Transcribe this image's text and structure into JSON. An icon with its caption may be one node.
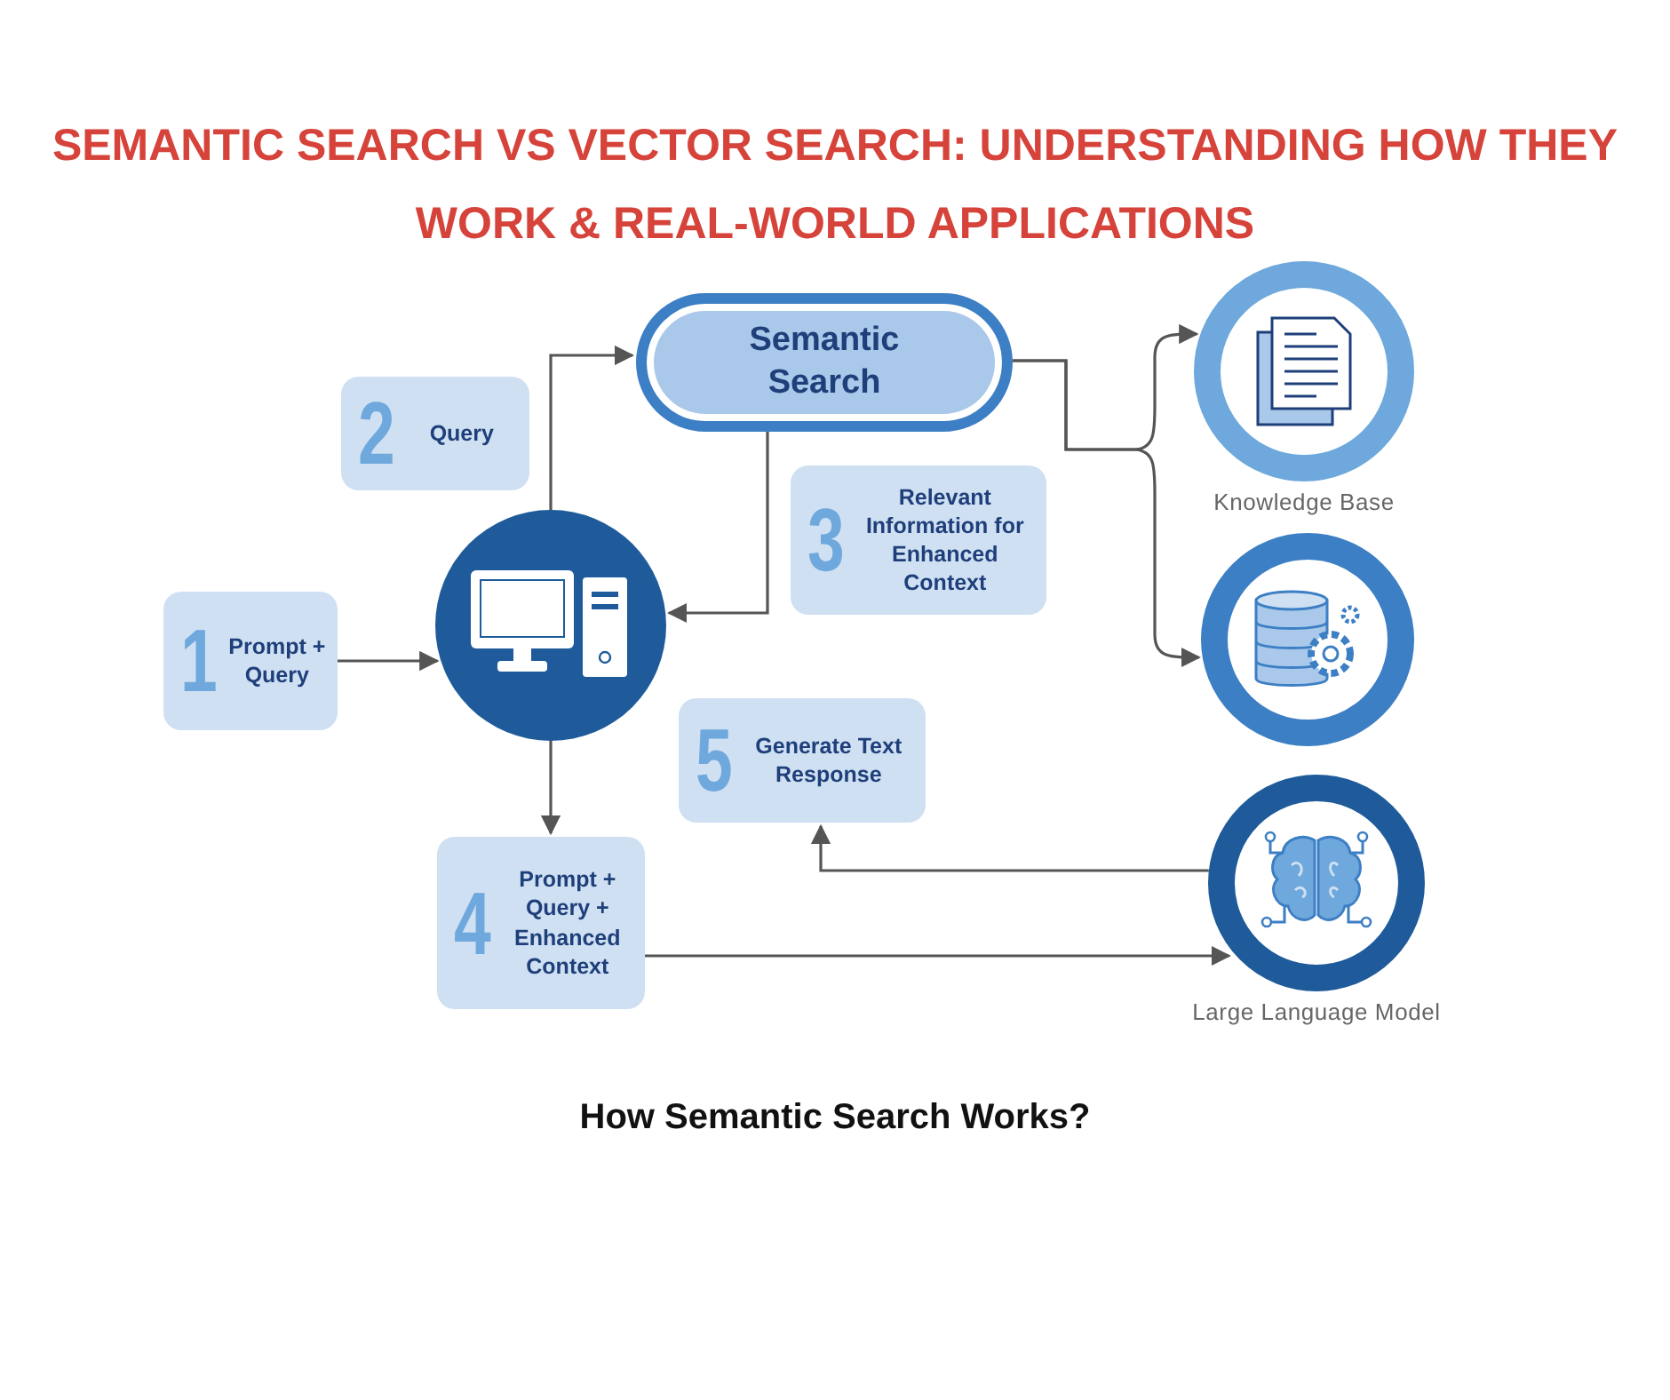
{
  "diagram": {
    "title": "SEMANTIC SEARCH VS  VECTOR SEARCH: UNDERSTANDING HOW THEY WORK & REAL-WORLD APPLICATIONS",
    "caption": "How Semantic Search Works?",
    "nodes": [
      {
        "text": [
          "1",
          "Prompt + Query"
        ]
      },
      {
        "text": [
          "2",
          "Query"
        ]
      },
      {
        "text": [],
        "shape": "circle"
      },
      {
        "text": [
          "Semantic Search"
        ]
      },
      {
        "text": [
          "3",
          "Relevant Information for Enhanced Context"
        ]
      },
      {
        "text": [],
        "shape": "circle",
        "beside": [
          "Knowledge Base"
        ]
      },
      {
        "text": [],
        "shape": "circle"
      },
      {
        "text": [
          "5",
          "Generate Text Response"
        ]
      },
      {
        "text": [
          "4",
          "Prompt + Query + Enhanced Context"
        ]
      },
      {
        "text": [],
        "shape": "circle",
        "beside": [
          "Large Language Model"
        ]
      }
    ],
    "edges": [
      {
        "from": 0,
        "to": 2,
        "arrow": "to"
      },
      {
        "from": 2,
        "to": 3,
        "arrow": "to"
      },
      {
        "from": 3,
        "to": 2,
        "arrow": "to"
      },
      {
        "from": 3,
        "to": 5,
        "arrow": "to"
      },
      {
        "from": 3,
        "to": 6,
        "arrow": "to"
      },
      {
        "from": 2,
        "to": 8,
        "arrow": "to"
      },
      {
        "from": 8,
        "to": 9,
        "arrow": "to"
      },
      {
        "from": 9,
        "to": 7,
        "arrow": "to"
      }
    ]
  }
}
